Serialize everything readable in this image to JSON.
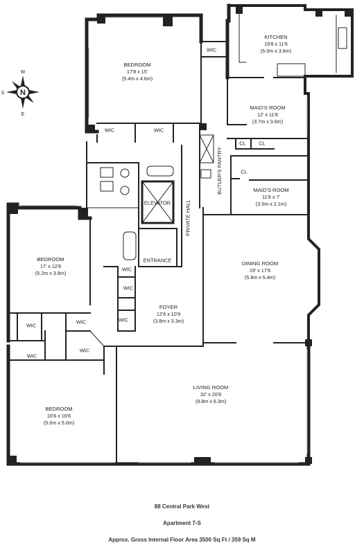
{
  "compass": {
    "n": "N",
    "w": "W",
    "s": "S",
    "e": "E"
  },
  "rooms": {
    "kitchen": {
      "name": "KITCHEN",
      "dim": "19'8 x 11'6",
      "metric": "(6.0m x 3.6m)"
    },
    "bedroom_top": {
      "name": "BEDROOM",
      "dim": "17'8 x 15'",
      "metric": "(5.4m x 4.6m)"
    },
    "maids_room_1": {
      "name": "MAID'S ROOM",
      "dim": "12' x 11'8",
      "metric": "(3.7m x 3.6m)"
    },
    "maids_room_2": {
      "name": "MAID'S ROOM",
      "dim": "11'8 x 7'",
      "metric": "(3.5m x 2.1m)"
    },
    "bedroom_left": {
      "name": "BEDROOM",
      "dim": "17' x 12'6",
      "metric": "(5.2m x 3.8m)"
    },
    "dining_room": {
      "name": "DINING ROOM",
      "dim": "19' x 17'6",
      "metric": "(5.8m x 5.4m)"
    },
    "foyer": {
      "name": "FOYER",
      "dim": "12'6 x 10'9",
      "metric": "(3.8m x 3.3m)"
    },
    "living_room": {
      "name": "LIVING ROOM",
      "dim": "32' x 20'8",
      "metric": "(9.8m x 6.3m)"
    },
    "bedroom_bottom": {
      "name": "BEDROOM",
      "dim": "16'6 x 16'6",
      "metric": "(5.0m x 5.0m)"
    }
  },
  "labels": {
    "wic": "WIC",
    "cl": "CL",
    "elevator": "ELEVATOR",
    "entrance": "ENTRANCE",
    "private_hall": "PRIVATE HALL",
    "butlers_pantry": "BUTLER'S PANTRY"
  },
  "footer": {
    "address": "88 Central Park West",
    "apartment": "Apartment 7-S",
    "area": "Approx. Gross Internal Floor Area 3500 Sq Ft / 359 Sq M"
  }
}
